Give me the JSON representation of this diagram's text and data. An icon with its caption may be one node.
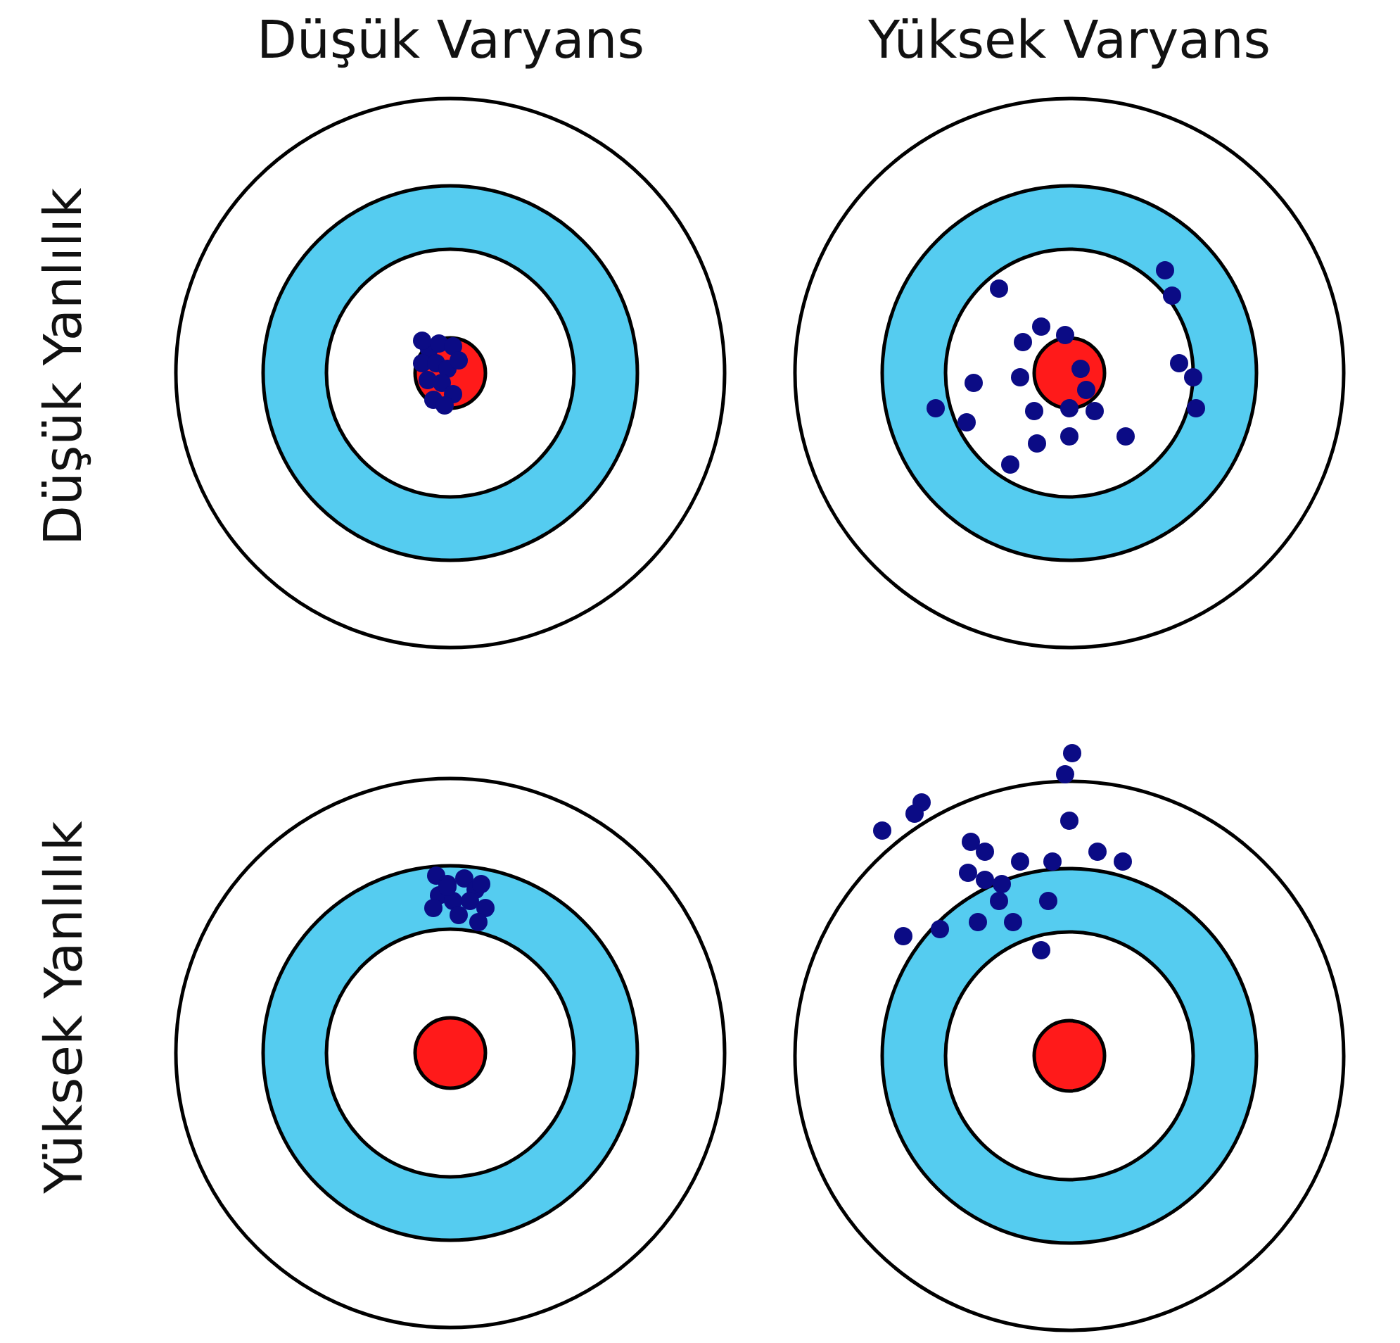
{
  "diagram": {
    "labels": [
      "Düşük Varyans",
      "Yüksek Varyans",
      "Düşük Yanlılık",
      "Yüksek Yanlılık"
    ]
  }
}
